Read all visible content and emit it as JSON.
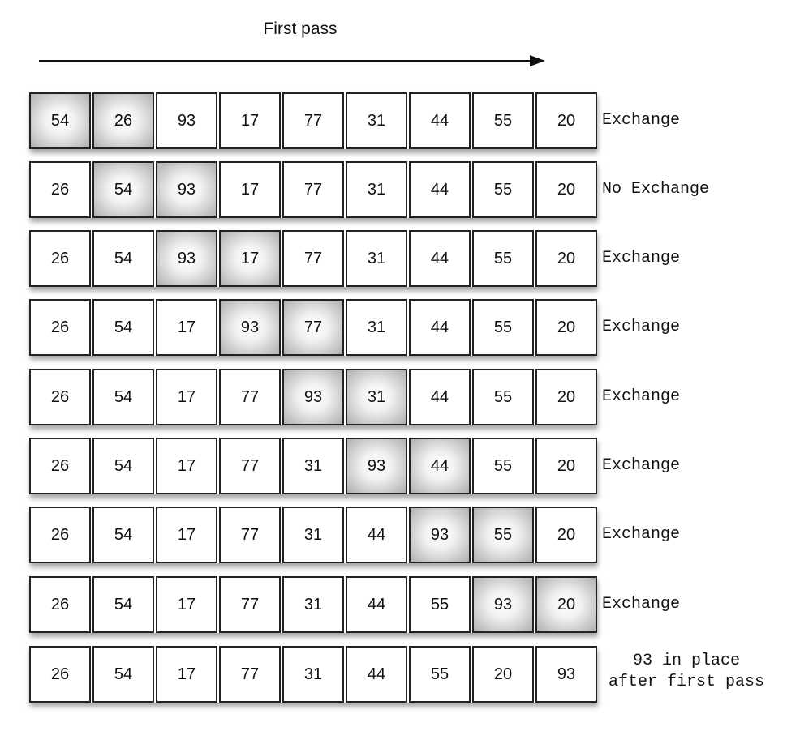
{
  "title": "First pass",
  "rows": [
    {
      "values": [
        "54",
        "26",
        "93",
        "17",
        "77",
        "31",
        "44",
        "55",
        "20"
      ],
      "highlight": [
        0,
        1
      ],
      "note": "Exchange"
    },
    {
      "values": [
        "26",
        "54",
        "93",
        "17",
        "77",
        "31",
        "44",
        "55",
        "20"
      ],
      "highlight": [
        1,
        2
      ],
      "note": "No Exchange"
    },
    {
      "values": [
        "26",
        "54",
        "93",
        "17",
        "77",
        "31",
        "44",
        "55",
        "20"
      ],
      "highlight": [
        2,
        3
      ],
      "note": "Exchange"
    },
    {
      "values": [
        "26",
        "54",
        "17",
        "93",
        "77",
        "31",
        "44",
        "55",
        "20"
      ],
      "highlight": [
        3,
        4
      ],
      "note": "Exchange"
    },
    {
      "values": [
        "26",
        "54",
        "17",
        "77",
        "93",
        "31",
        "44",
        "55",
        "20"
      ],
      "highlight": [
        4,
        5
      ],
      "note": "Exchange"
    },
    {
      "values": [
        "26",
        "54",
        "17",
        "77",
        "31",
        "93",
        "44",
        "55",
        "20"
      ],
      "highlight": [
        5,
        6
      ],
      "note": "Exchange"
    },
    {
      "values": [
        "26",
        "54",
        "17",
        "77",
        "31",
        "44",
        "93",
        "55",
        "20"
      ],
      "highlight": [
        6,
        7
      ],
      "note": "Exchange"
    },
    {
      "values": [
        "26",
        "54",
        "17",
        "77",
        "31",
        "44",
        "55",
        "93",
        "20"
      ],
      "highlight": [
        7,
        8
      ],
      "note": "Exchange"
    },
    {
      "values": [
        "26",
        "54",
        "17",
        "77",
        "31",
        "44",
        "55",
        "20",
        "93"
      ],
      "highlight": [],
      "note": "93 in place\nafter first pass"
    }
  ]
}
